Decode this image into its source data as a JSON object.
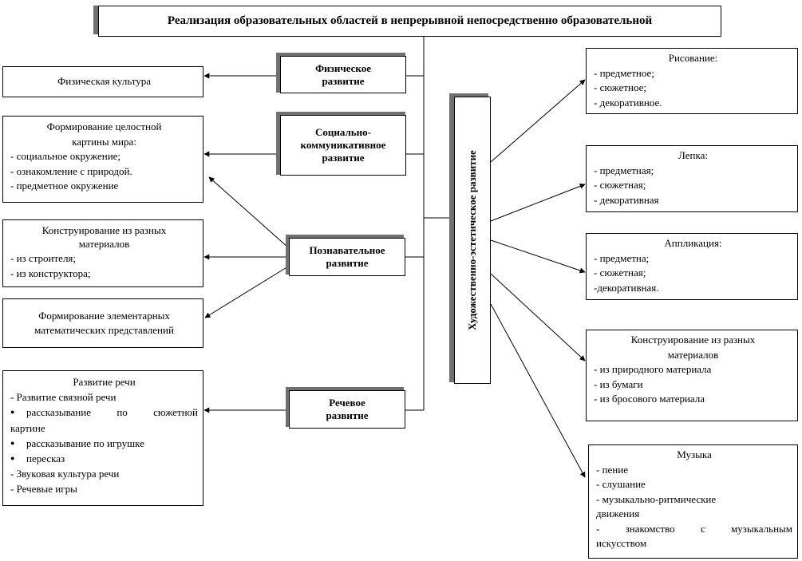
{
  "title": "Реализация образовательных областей в непрерывной непосредственно образовательной",
  "categories": {
    "physical": [
      "Физическое",
      "развитие"
    ],
    "social": [
      "Социально-",
      "коммуникативное",
      "развитие"
    ],
    "cognitive": [
      "Познавательное",
      "развитие"
    ],
    "speech": [
      "Речевое",
      "развитие"
    ],
    "artistic": "Художественно-эстетическое развитие"
  },
  "left_boxes": {
    "phys_culture": "Физическая культура",
    "world": {
      "heading": [
        "Формирование целостной",
        "картины мира:"
      ],
      "items": [
        "- социальное окружение;",
        "- ознакомление с природой.",
        "- предметное окружение"
      ]
    },
    "construct": {
      "heading": [
        "Конструирование из разных",
        "материалов"
      ],
      "items": [
        "- из строителя;",
        "- из конструктора;"
      ]
    },
    "math": [
      "Формирование элементарных",
      "математических представлений"
    ],
    "speech": {
      "heading": "Развитие речи",
      "item1": "- Развитие связной речи",
      "bullet_symbol": "●",
      "bullet1_line1": "рассказывание по сюжетной",
      "bullet1_line2": "картине",
      "bullet2": "рассказывание по игрушке",
      "bullet3": "пересказ",
      "item2": "- Звуковая культура речи",
      "item3": "- Речевые игры"
    }
  },
  "right_boxes": {
    "drawing": {
      "heading": "Рисование:",
      "items": [
        "- предметное;",
        "- сюжетное;",
        "- декоративное."
      ]
    },
    "modeling": {
      "heading": "Лепка:",
      "items": [
        "- предметная;",
        "- сюжетная;",
        "- декоративная"
      ]
    },
    "applique": {
      "heading": "Аппликация:",
      "items": [
        "- предметна;",
        "- сюжетная;",
        "-декоративная."
      ]
    },
    "construct": {
      "heading": [
        "Конструирование из разных",
        "материалов"
      ],
      "items": [
        "- из природного материала",
        "- из бумаги",
        "- из бросового материала"
      ]
    },
    "music": {
      "heading": "Музыка",
      "items": [
        "- пение",
        "- слушание",
        "- музыкально-ритмические",
        "движения"
      ],
      "last_line1": "- знакомство с музыкальным",
      "last_line2": "искусством"
    }
  }
}
